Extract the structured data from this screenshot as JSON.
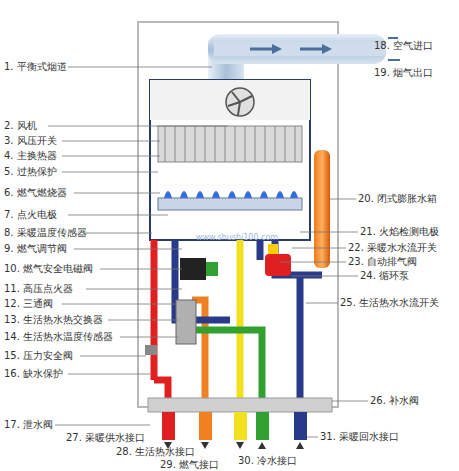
{
  "diagram": {
    "labels": [
      "1. 平衡式烟道",
      "2. 风机",
      "3. 风压开关",
      "4. 主换热器",
      "5. 过热保护",
      "6. 燃气燃烧器",
      "7. 点火电极",
      "8. 采暖温度传感器",
      "9. 燃气调节阀",
      "10. 燃气安全电磁阀",
      "11. 高压点火器",
      "12. 三通阀",
      "13. 生活热水热交换器",
      "14. 生活热水温度传感器",
      "15. 压力安全阀",
      "16. 缺水保护",
      "17. 泄水阀",
      "18. 空气进口",
      "19. 烟气出口",
      "20. 闭式膨胀水箱",
      "21. 火焰检测电极",
      "22. 采暖水水流开关",
      "23. 自动排气阀",
      "24. 循环泵",
      "25. 生活热水水流开关",
      "26. 补水阀",
      "27. 采暖供水接口",
      "28. 生活热水接口",
      "29. 燃气接口",
      "30. 冷水接口",
      "31. 采暖回水接口",
      "www.shushi100.com"
    ]
  }
}
